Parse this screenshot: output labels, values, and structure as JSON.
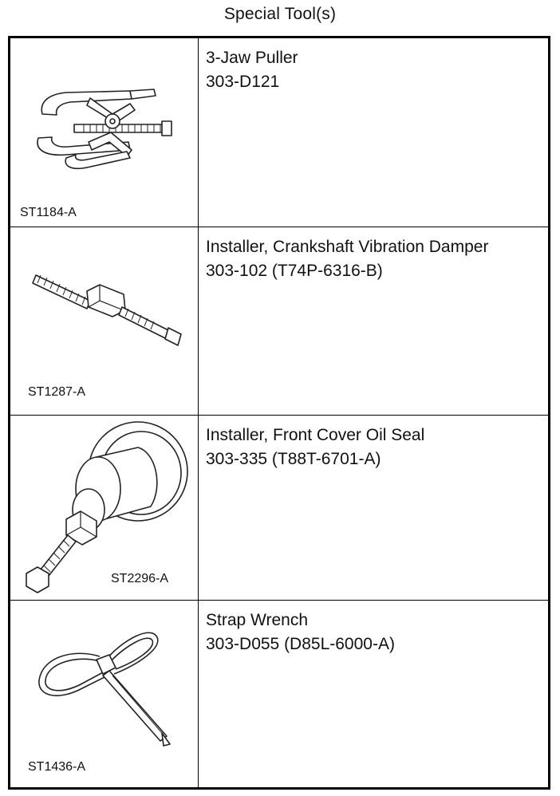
{
  "title": "Special Tool(s)",
  "tools": [
    {
      "name": "3-Jaw Puller",
      "number": "303-D121",
      "image_code": "ST1184-A",
      "icon": "three-jaw-puller-icon"
    },
    {
      "name": "Installer, Crankshaft Vibration Damper",
      "number": "303-102 (T74P-6316-B)",
      "image_code": "ST1287-A",
      "icon": "damper-installer-icon"
    },
    {
      "name": "Installer, Front Cover Oil Seal",
      "number": "303-335 (T88T-6701-A)",
      "image_code": "ST2296-A",
      "icon": "oil-seal-installer-icon"
    },
    {
      "name": "Strap Wrench",
      "number": "303-D055 (D85L-6000-A)",
      "image_code": "ST1436-A",
      "icon": "strap-wrench-icon"
    }
  ]
}
